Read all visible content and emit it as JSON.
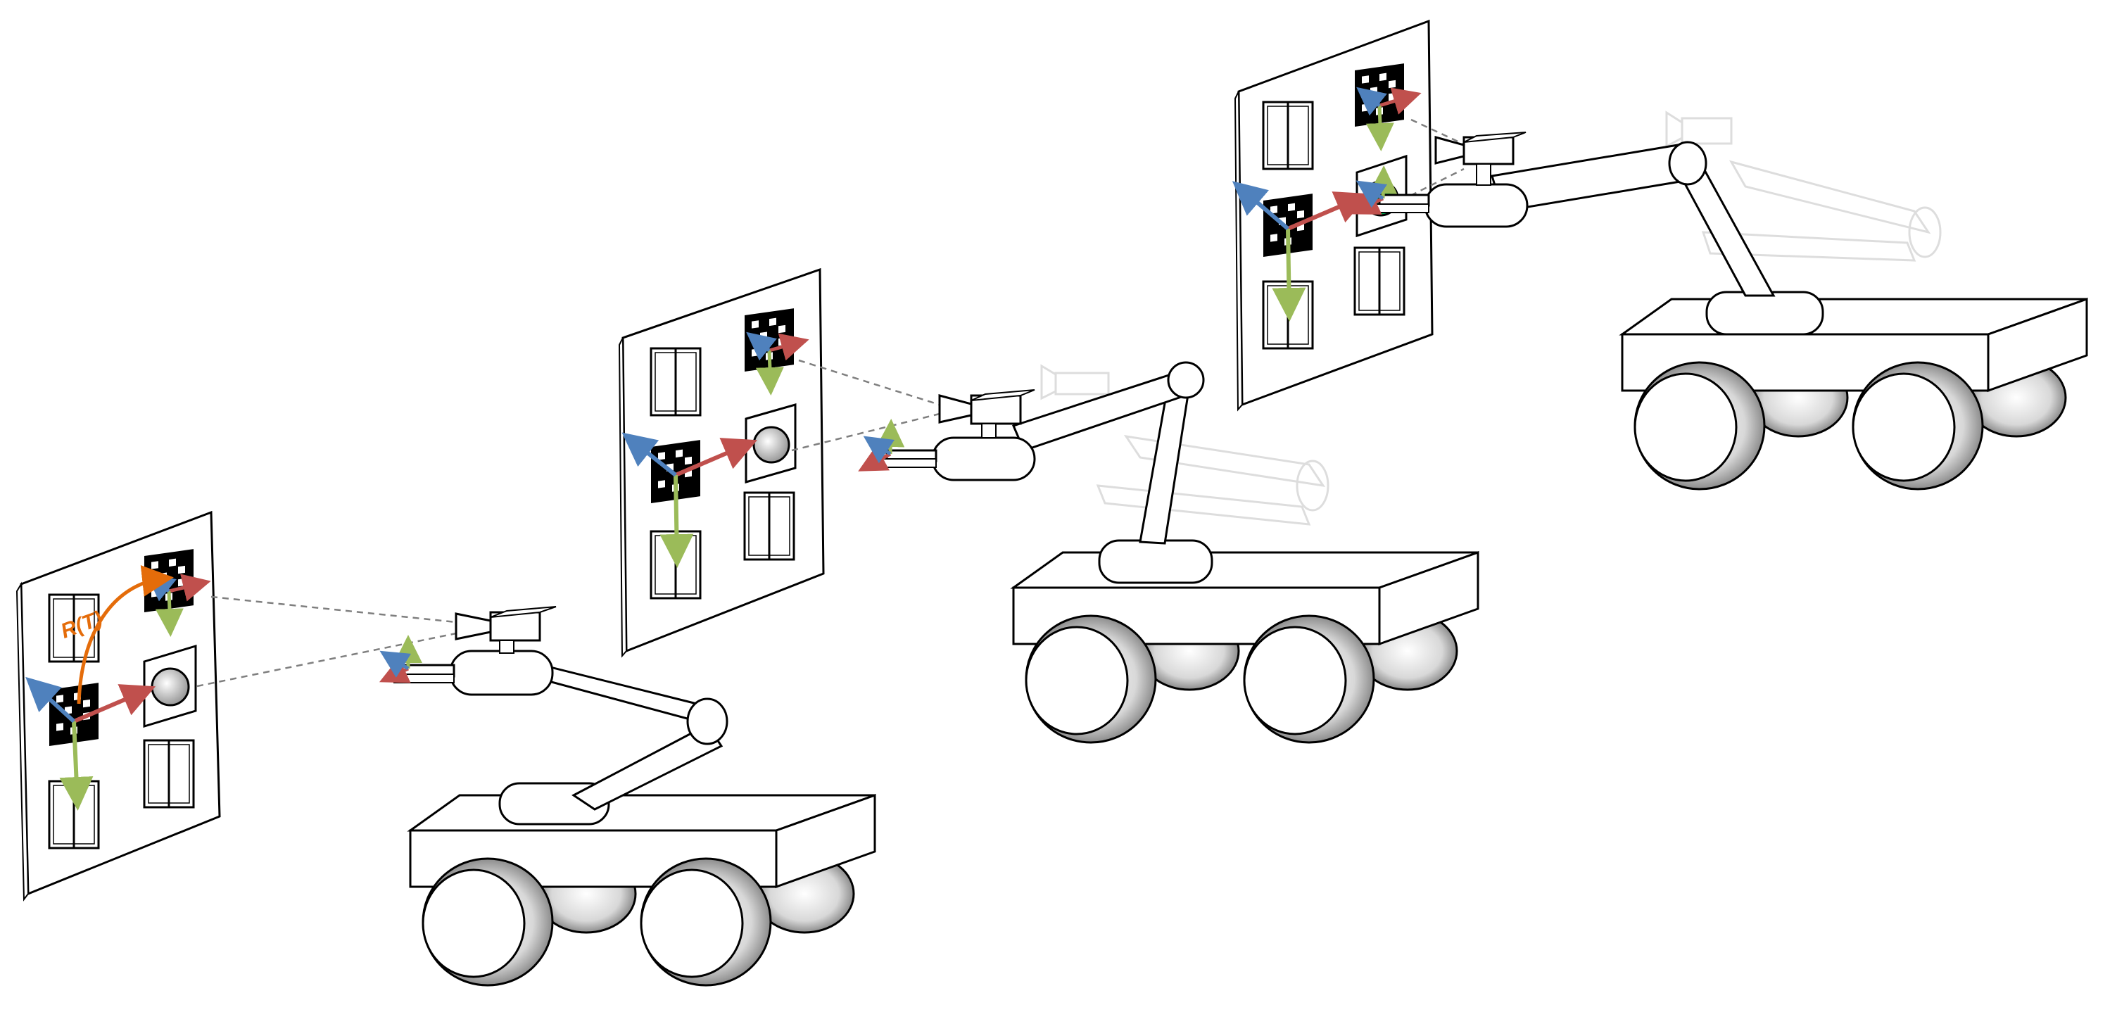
{
  "figure": {
    "transform_label": "R(T)",
    "stages": [
      {
        "id": "stage-1",
        "name": "robot-approach-far"
      },
      {
        "id": "stage-2",
        "name": "robot-approach-mid"
      },
      {
        "id": "stage-3",
        "name": "robot-at-panel"
      }
    ]
  },
  "colors": {
    "x_axis": "#c0504d",
    "y_axis": "#9bbb59",
    "z_axis": "#4f81bd",
    "transform_arrow": "#e46c0a",
    "marker_black": "#000000",
    "ghost": "#c8c8c8",
    "wheel_shade": "#bfbfbf",
    "knob_green": "#00b050"
  }
}
